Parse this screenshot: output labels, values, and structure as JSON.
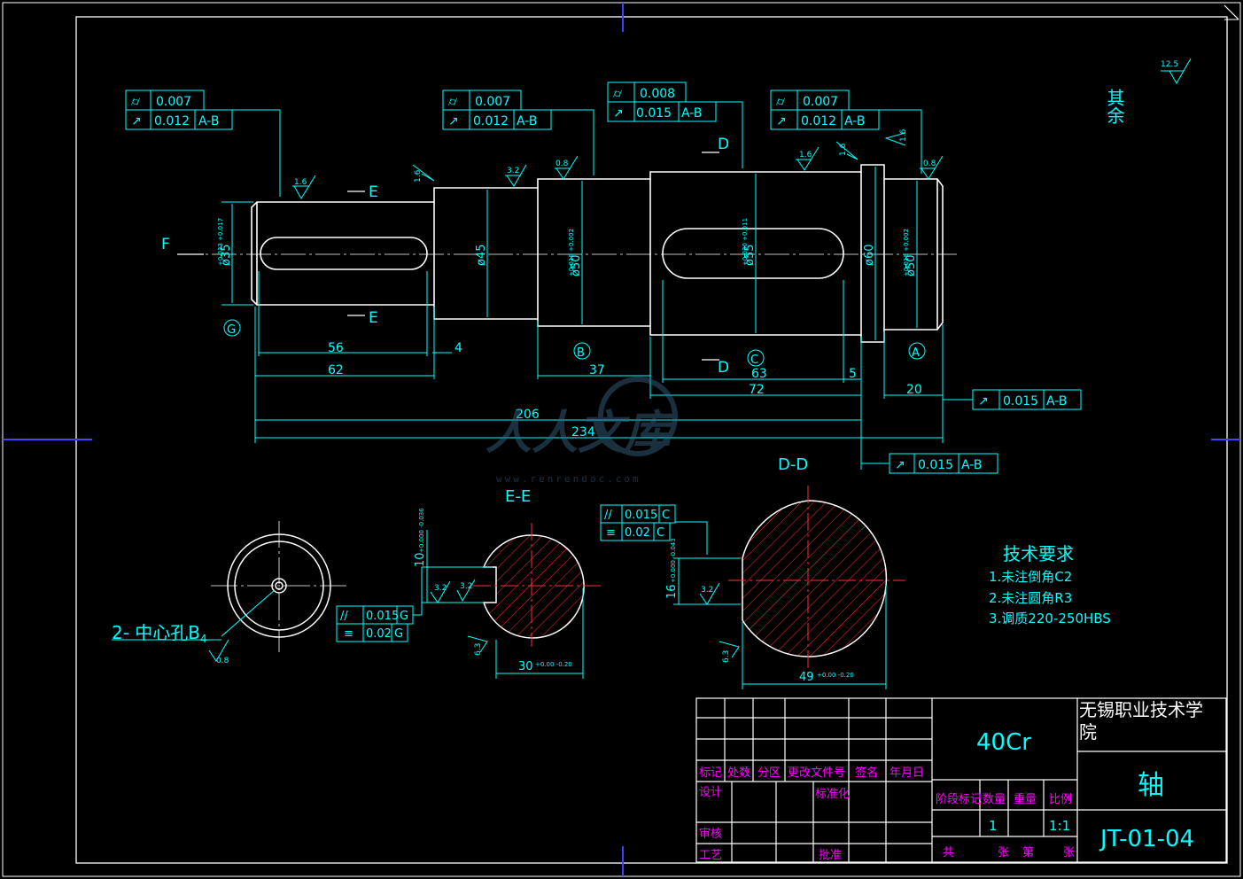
{
  "drawing": {
    "views": {
      "ee": "E-E",
      "dd": "D-D"
    },
    "section_marks": {
      "e": "E",
      "d": "D",
      "f": "F"
    },
    "datums": {
      "g": "G",
      "b": "B",
      "c": "C",
      "a": "A"
    },
    "fcf": {
      "left": {
        "sym1": "⌭",
        "v1": "0.007",
        "sym2": "↗",
        "v2": "0.012",
        "ref2": "A-B"
      },
      "mid": {
        "sym1": "⌭",
        "v1": "0.007",
        "sym2": "↗",
        "v2": "0.012",
        "ref2": "A-B"
      },
      "top": {
        "sym1": "⌭",
        "v1": "0.008",
        "sym2": "↗",
        "v2": "0.015",
        "ref2": "A-B"
      },
      "right": {
        "sym1": "⌭",
        "v1": "0.007",
        "sym2": "↗",
        "v2": "0.012",
        "ref2": "A-B"
      },
      "runout1": {
        "sym": "↗",
        "v": "0.015",
        "ref": "A-B"
      },
      "runout2": {
        "sym": "↗",
        "v": "0.015",
        "ref": "A-B"
      },
      "ee": {
        "sym1": "//",
        "v1": "0.015",
        "r1": "G",
        "sym2": "≡",
        "v2": "0.02",
        "r2": "G"
      },
      "dd": {
        "sym1": "//",
        "v1": "0.015",
        "r1": "C",
        "sym2": "≡",
        "v2": "0.02",
        "r2": "C"
      }
    },
    "roughness": {
      "r16a": "1.6",
      "r16b": "1.6",
      "r16c": "1.6",
      "r16d": "1.6",
      "r16e": "1.6",
      "r32a": "3.2",
      "r32b": "3.2",
      "r32c": "3.2",
      "r08a": "0.8",
      "r08b": "0.8",
      "r08c": "0.8",
      "r63a": "6.3",
      "r63b": "6.3",
      "rest": "12.5",
      "rest_label": "其余"
    },
    "diameters": {
      "d35": "ø35",
      "d35t": "+0.033 +0.017",
      "d45": "ø45",
      "d50a": "ø50",
      "d50at": "+0.018 +0.002",
      "d55": "ø55",
      "d55t": "+0.030 +0.011",
      "d60": "ø60",
      "d50b": "ø50",
      "d50bt": "+0.018 +0.002"
    },
    "lengths": {
      "l56": "56",
      "l62": "62",
      "l4": "4",
      "l37": "37",
      "l63": "63",
      "l5": "5",
      "l72": "72",
      "l20": "20",
      "l206": "206",
      "l234": "234"
    },
    "section_dims": {
      "ee_w": "30",
      "ee_wt": "+0.00 -0.20",
      "ee_k": "10",
      "ee_kt": "+0.000 -0.036",
      "dd_w": "49",
      "dd_wt": "+0.00 -0.20",
      "dd_k": "16",
      "dd_kt": "+0.000 -0.043"
    },
    "center_hole": {
      "label": "2- 中心孔B",
      "sub": "4",
      "rough": "0.8"
    },
    "tech": {
      "title": "技术要求",
      "items": [
        "1.未注倒角C2",
        "2.未注圆角R3",
        "3.调质220-250HBS"
      ]
    },
    "watermark": {
      "text": "人人文库",
      "url": "www.renrendoc.com"
    }
  },
  "title_block": {
    "material": "40Cr",
    "school": "无锡职业技术学院",
    "part_name": "轴",
    "drawing_no": "JT-01-04",
    "rev_headers": [
      "标记",
      "处数",
      "分区",
      "更改文件号",
      "签名",
      "年月日"
    ],
    "roles": {
      "design": "设计",
      "standardize": "标准化",
      "review": "审核",
      "process": "工艺",
      "approve": "批准"
    },
    "stage_headers": [
      "阶段标记",
      "数量",
      "重量",
      "比例"
    ],
    "quantity": "1",
    "scale": "1:1",
    "sheet_line": {
      "total": "共",
      "sheets1": "张",
      "num": "第",
      "sheets2": "张"
    }
  }
}
